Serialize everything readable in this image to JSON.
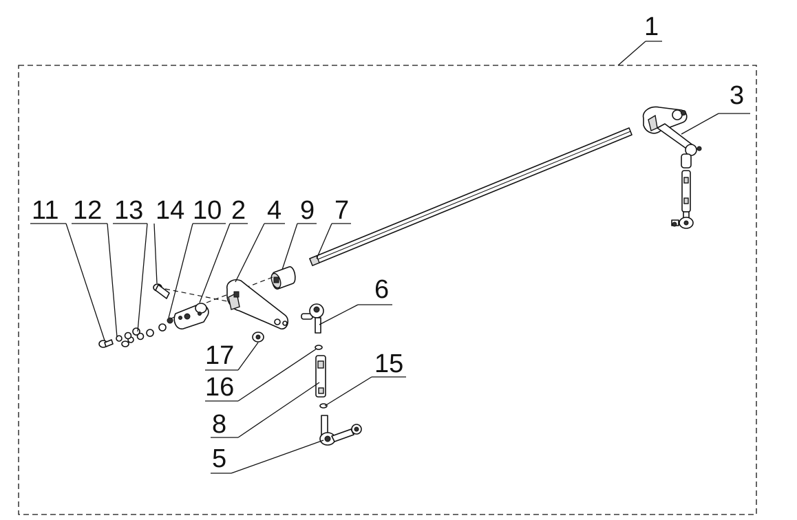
{
  "assembly_label": "1",
  "callouts": {
    "c11": "11",
    "c12": "12",
    "c13": "13",
    "c14": "14",
    "c10": "10",
    "c2": "2",
    "c4": "4",
    "c9": "9",
    "c7": "7",
    "c3": "3",
    "c6": "6",
    "c17": "17",
    "c16": "16",
    "c15": "15",
    "c8": "8",
    "c5": "5"
  }
}
